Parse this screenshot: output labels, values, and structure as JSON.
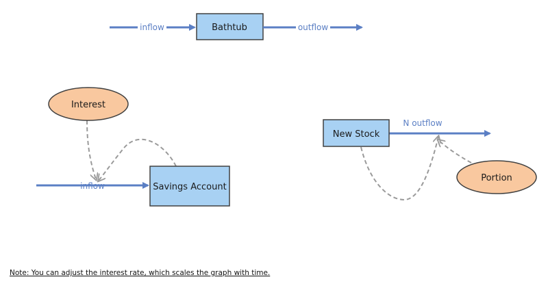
{
  "colors": {
    "flow": "#5b7fc4",
    "stock_fill": "#a8d1f3",
    "stock_stroke": "#404040",
    "converter_fill": "#f9c89f",
    "converter_stroke": "#404040",
    "link": "#9a9a9a"
  },
  "diagram1": {
    "stock_label": "Bathtub",
    "inflow_label": "inflow",
    "outflow_label": "outflow"
  },
  "diagram2": {
    "stock_label": "Savings Account",
    "inflow_label": "inflow",
    "converter_label": "Interest"
  },
  "diagram3": {
    "stock_label": "New Stock",
    "outflow_label": "N outflow",
    "converter_label": "Portion"
  },
  "note": "Note: You can adjust the interest rate, which scales the graph with time."
}
